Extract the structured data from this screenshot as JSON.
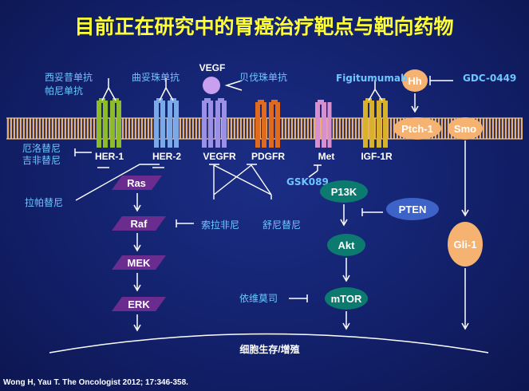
{
  "title": "目前正在研究中的胃癌治疗靶点与靶向药物",
  "receptors": {
    "her1": "HER-1",
    "her2": "HER-2",
    "vegfr": "VEGFR",
    "pdgfr": "PDGFR",
    "met": "Met",
    "igf1r": "IGF-1R"
  },
  "ligands": {
    "vegf": "VEGF",
    "hh": "Hh"
  },
  "drugs": {
    "cetuximab": "西妥昔单抗",
    "panitumumab": "帕尼单抗",
    "trastuzumab": "曲妥珠单抗",
    "bevacizumab": "贝伐珠单抗",
    "figitumumab": "Figitumumab",
    "gdc0449": "GDC-0449",
    "erlotinib": "厄洛替尼",
    "gefitinib": "吉非替尼",
    "lapatinib": "拉帕替尼",
    "sorafenib": "索拉非尼",
    "sunitinib": "舒尼替尼",
    "gsk089": "GSK089",
    "everolimus": "依维莫司"
  },
  "pathway_ras": [
    "Ras",
    "Raf",
    "MEK",
    "ERK"
  ],
  "pathway_pi3k": [
    "P13K",
    "Akt",
    "mTOR"
  ],
  "pten": "PTEN",
  "hedgehog": [
    "Ptch-1",
    "Smo",
    "Gli-1"
  ],
  "outcome": "细胞生存/增殖",
  "citation": "Wong H, Yau T. The Oncologist 2012; 17:346-358.",
  "colors": {
    "background": "#13216c",
    "title": "#ffff33",
    "drug_label": "#6ec6ff",
    "her1": "#8dbb2a",
    "her2": "#7aa9e8",
    "vegfr": "#9b8fe6",
    "pdgfr": "#e06a1e",
    "met": "#d88fcf",
    "igf1r": "#d8b22a",
    "ras_pathway": "#6b2c8f",
    "pi3k_pathway": "#0c7a6e",
    "pten": "#3d63c9",
    "hedgehog": "#f5b270",
    "vegf": "#c9a0ef"
  }
}
